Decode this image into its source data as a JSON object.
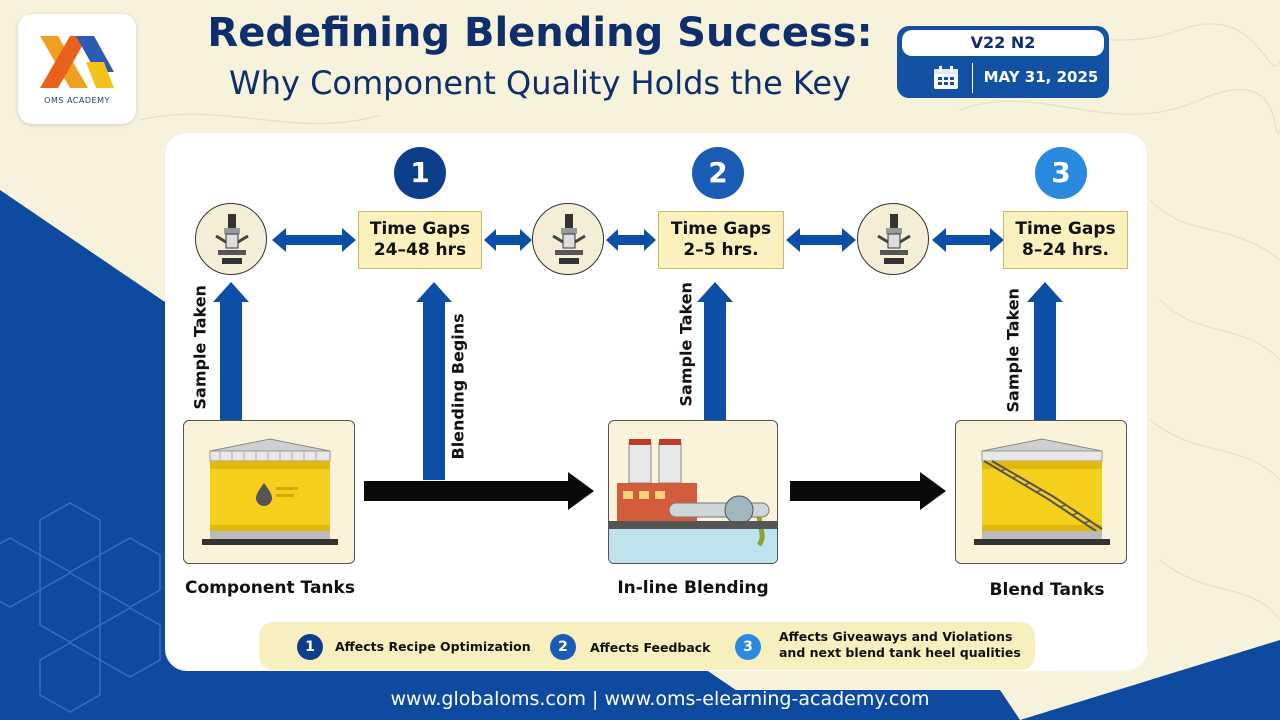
{
  "logo": {
    "text": "OMS ACADEMY"
  },
  "title": {
    "line1": "Redefining Blending Success:",
    "line2": "Why Component Quality Holds the Key"
  },
  "issue": {
    "volume": "V22 N2",
    "date": "MAY 31, 2025"
  },
  "steps": [
    {
      "number": "1",
      "gap_line1": "Time Gaps",
      "gap_line2": "24–48 hrs",
      "color": "#0d3e8c"
    },
    {
      "number": "2",
      "gap_line1": "Time Gaps",
      "gap_line2": "2–5 hrs.",
      "color": "#1a5bb5"
    },
    {
      "number": "3",
      "gap_line1": "Time Gaps",
      "gap_line2": "8–24 hrs.",
      "color": "#2a8ae0"
    }
  ],
  "vertical_labels": {
    "sample1": "Sample Taken",
    "blending": "Blending Begins",
    "sample2": "Sample Taken",
    "sample3": "Sample Taken"
  },
  "stages": {
    "component": "Component Tanks",
    "inline": "In-line Blending",
    "blend": "Blend Tanks"
  },
  "legend": [
    {
      "number": "1",
      "text": "Affects Recipe Optimization"
    },
    {
      "number": "2",
      "text": "Affects Feedback"
    },
    {
      "number": "3",
      "line1": "Affects Giveaways and Violations",
      "line2": "and next blend tank heel qualities"
    }
  ],
  "footer": "www.globaloms.com | www.oms-elearning-academy.com",
  "colors": {
    "navy": "#0e2f6b",
    "blue": "#1251a3",
    "yellow": "#f4cf1c",
    "arrow": "#0d4ea6"
  }
}
